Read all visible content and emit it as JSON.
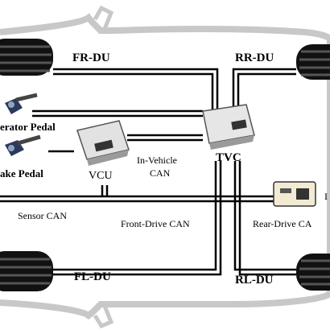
{
  "labels": {
    "fr_du": "FR-DU",
    "rr_du": "RR-DU",
    "fl_du": "FL-DU",
    "rl_du": "RL-DU",
    "accelerator_pedal": "erator Pedal",
    "brake_pedal": "ake Pedal",
    "vcu": "VCU",
    "in_vehicle_can_1": "In-Vehicle",
    "in_vehicle_can_2": "CAN",
    "tvc": "TVC",
    "sensor_can": "Sensor CAN",
    "front_drive_can": "Front-Drive CAN",
    "rear_drive_can": "Rear-Drive CA",
    "sensor_partial": "I"
  },
  "colors": {
    "line": "#000000",
    "body_outline": "#c8c8c8",
    "body_fill": "#ffffff",
    "tire": "#111111",
    "ecu_body": "#e2e2e2"
  },
  "icons": {
    "wheel": "tire-icon",
    "pedal": "pedal-icon",
    "controller": "ecu-icon",
    "sensor": "sensor-icon"
  }
}
